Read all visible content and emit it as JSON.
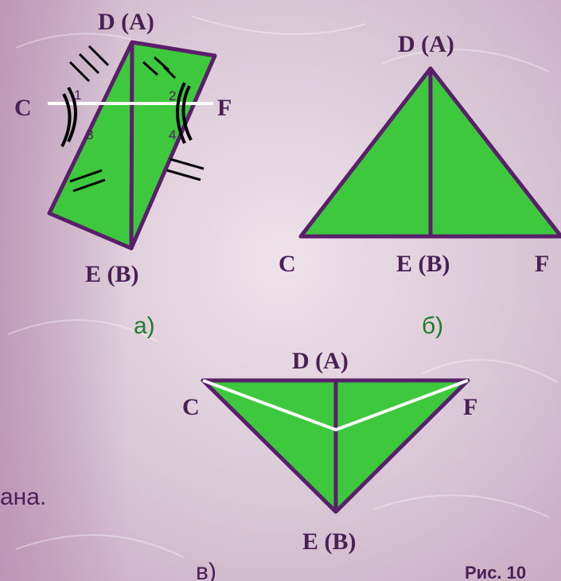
{
  "colors": {
    "shape_fill": "#3dc83d",
    "outline": "#5a1f6a",
    "fold_line": "#ffffff",
    "label": "#4a1f55",
    "caption_green": "#1f7a2a"
  },
  "figure_a": {
    "label_top": "D (A)",
    "label_bottom": "E (B)",
    "label_left": "C",
    "label_right": "F",
    "angle_1": "1",
    "angle_2": "2",
    "angle_3": "3",
    "angle_4": "4",
    "caption": "а)"
  },
  "figure_b": {
    "label_top": "D (A)",
    "label_left": "C",
    "label_middle": "E (B)",
    "label_right": "F",
    "caption": "б)"
  },
  "figure_c": {
    "label_top": "D (A)",
    "label_left": "C",
    "label_right": "F",
    "label_bottom": "E (B)",
    "caption": "в)"
  },
  "partial_text": "ана.",
  "figure_number": "Рис. 10"
}
